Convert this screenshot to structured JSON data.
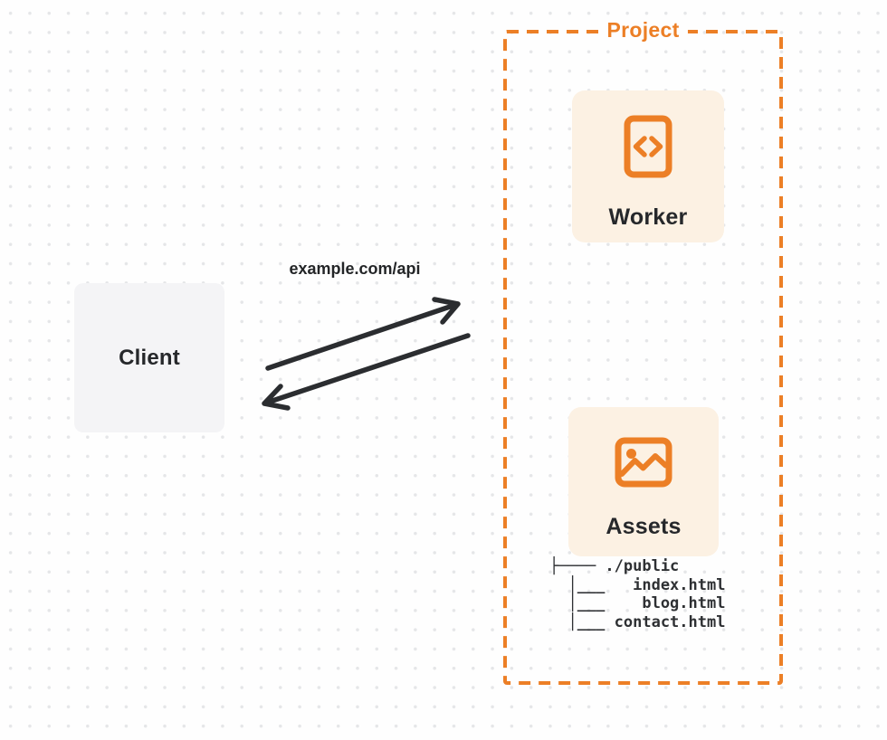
{
  "client": {
    "label": "Client"
  },
  "request": {
    "url_label": "example.com/api"
  },
  "project": {
    "label": "Project",
    "worker": {
      "label": "Worker",
      "icon": "code-file-icon"
    },
    "assets": {
      "label": "Assets",
      "icon": "image-icon",
      "file_tree": [
        "├──── ./public",
        "  │___   index.html",
        "  │___    blog.html",
        "  │___ contact.html"
      ]
    }
  },
  "colors": {
    "accent_orange": "#EC7F26",
    "card_background": "#FCF1E3",
    "client_background": "#F4F4F6",
    "ink": "#26282B",
    "dot_grid": "#E5E6E8",
    "page_background": "#FEFEFE"
  }
}
